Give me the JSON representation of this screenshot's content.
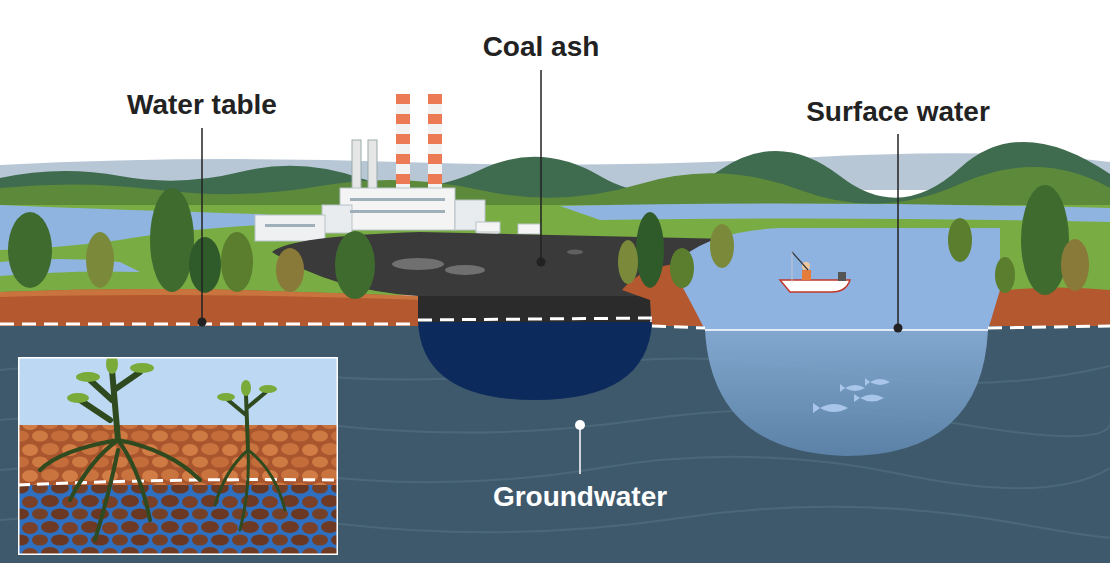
{
  "diagram": {
    "labels": [
      "Water table",
      "Coal ash",
      "Surface water",
      "Groundwater"
    ]
  }
}
